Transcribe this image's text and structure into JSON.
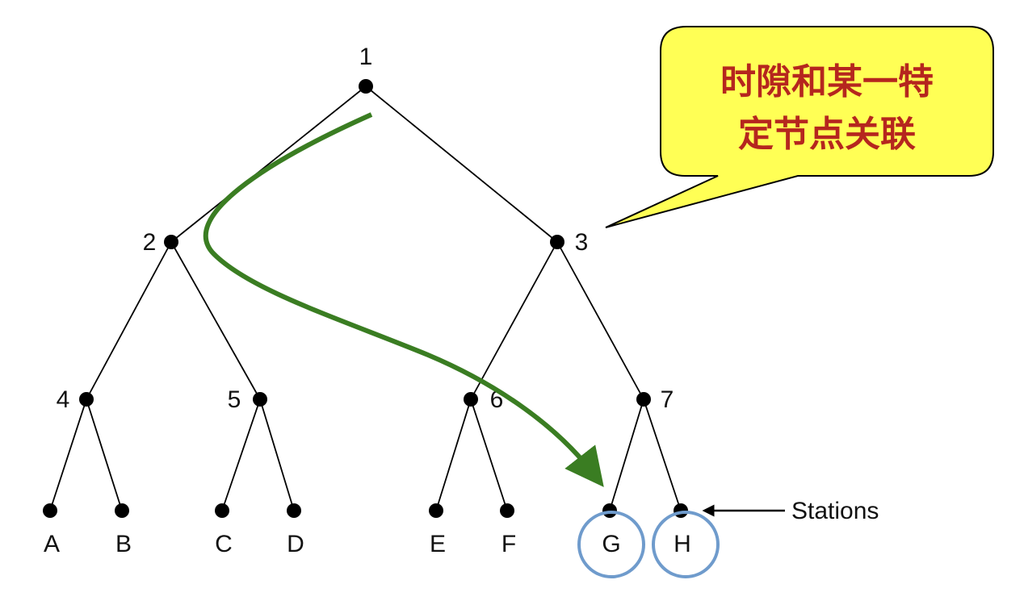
{
  "tree": {
    "internal_nodes": [
      "1",
      "2",
      "3",
      "4",
      "5",
      "6",
      "7"
    ],
    "stations": [
      "A",
      "B",
      "C",
      "D",
      "E",
      "F",
      "G",
      "H"
    ],
    "stations_label": "Stations"
  },
  "callout": {
    "line1": "时隙和某一特",
    "line2": "定节点关联"
  },
  "colors": {
    "callout_fill": "#ffff55",
    "callout_text": "#b5261e",
    "arrow_green": "#3a7d22",
    "circle_blue": "#6f9bcc"
  }
}
